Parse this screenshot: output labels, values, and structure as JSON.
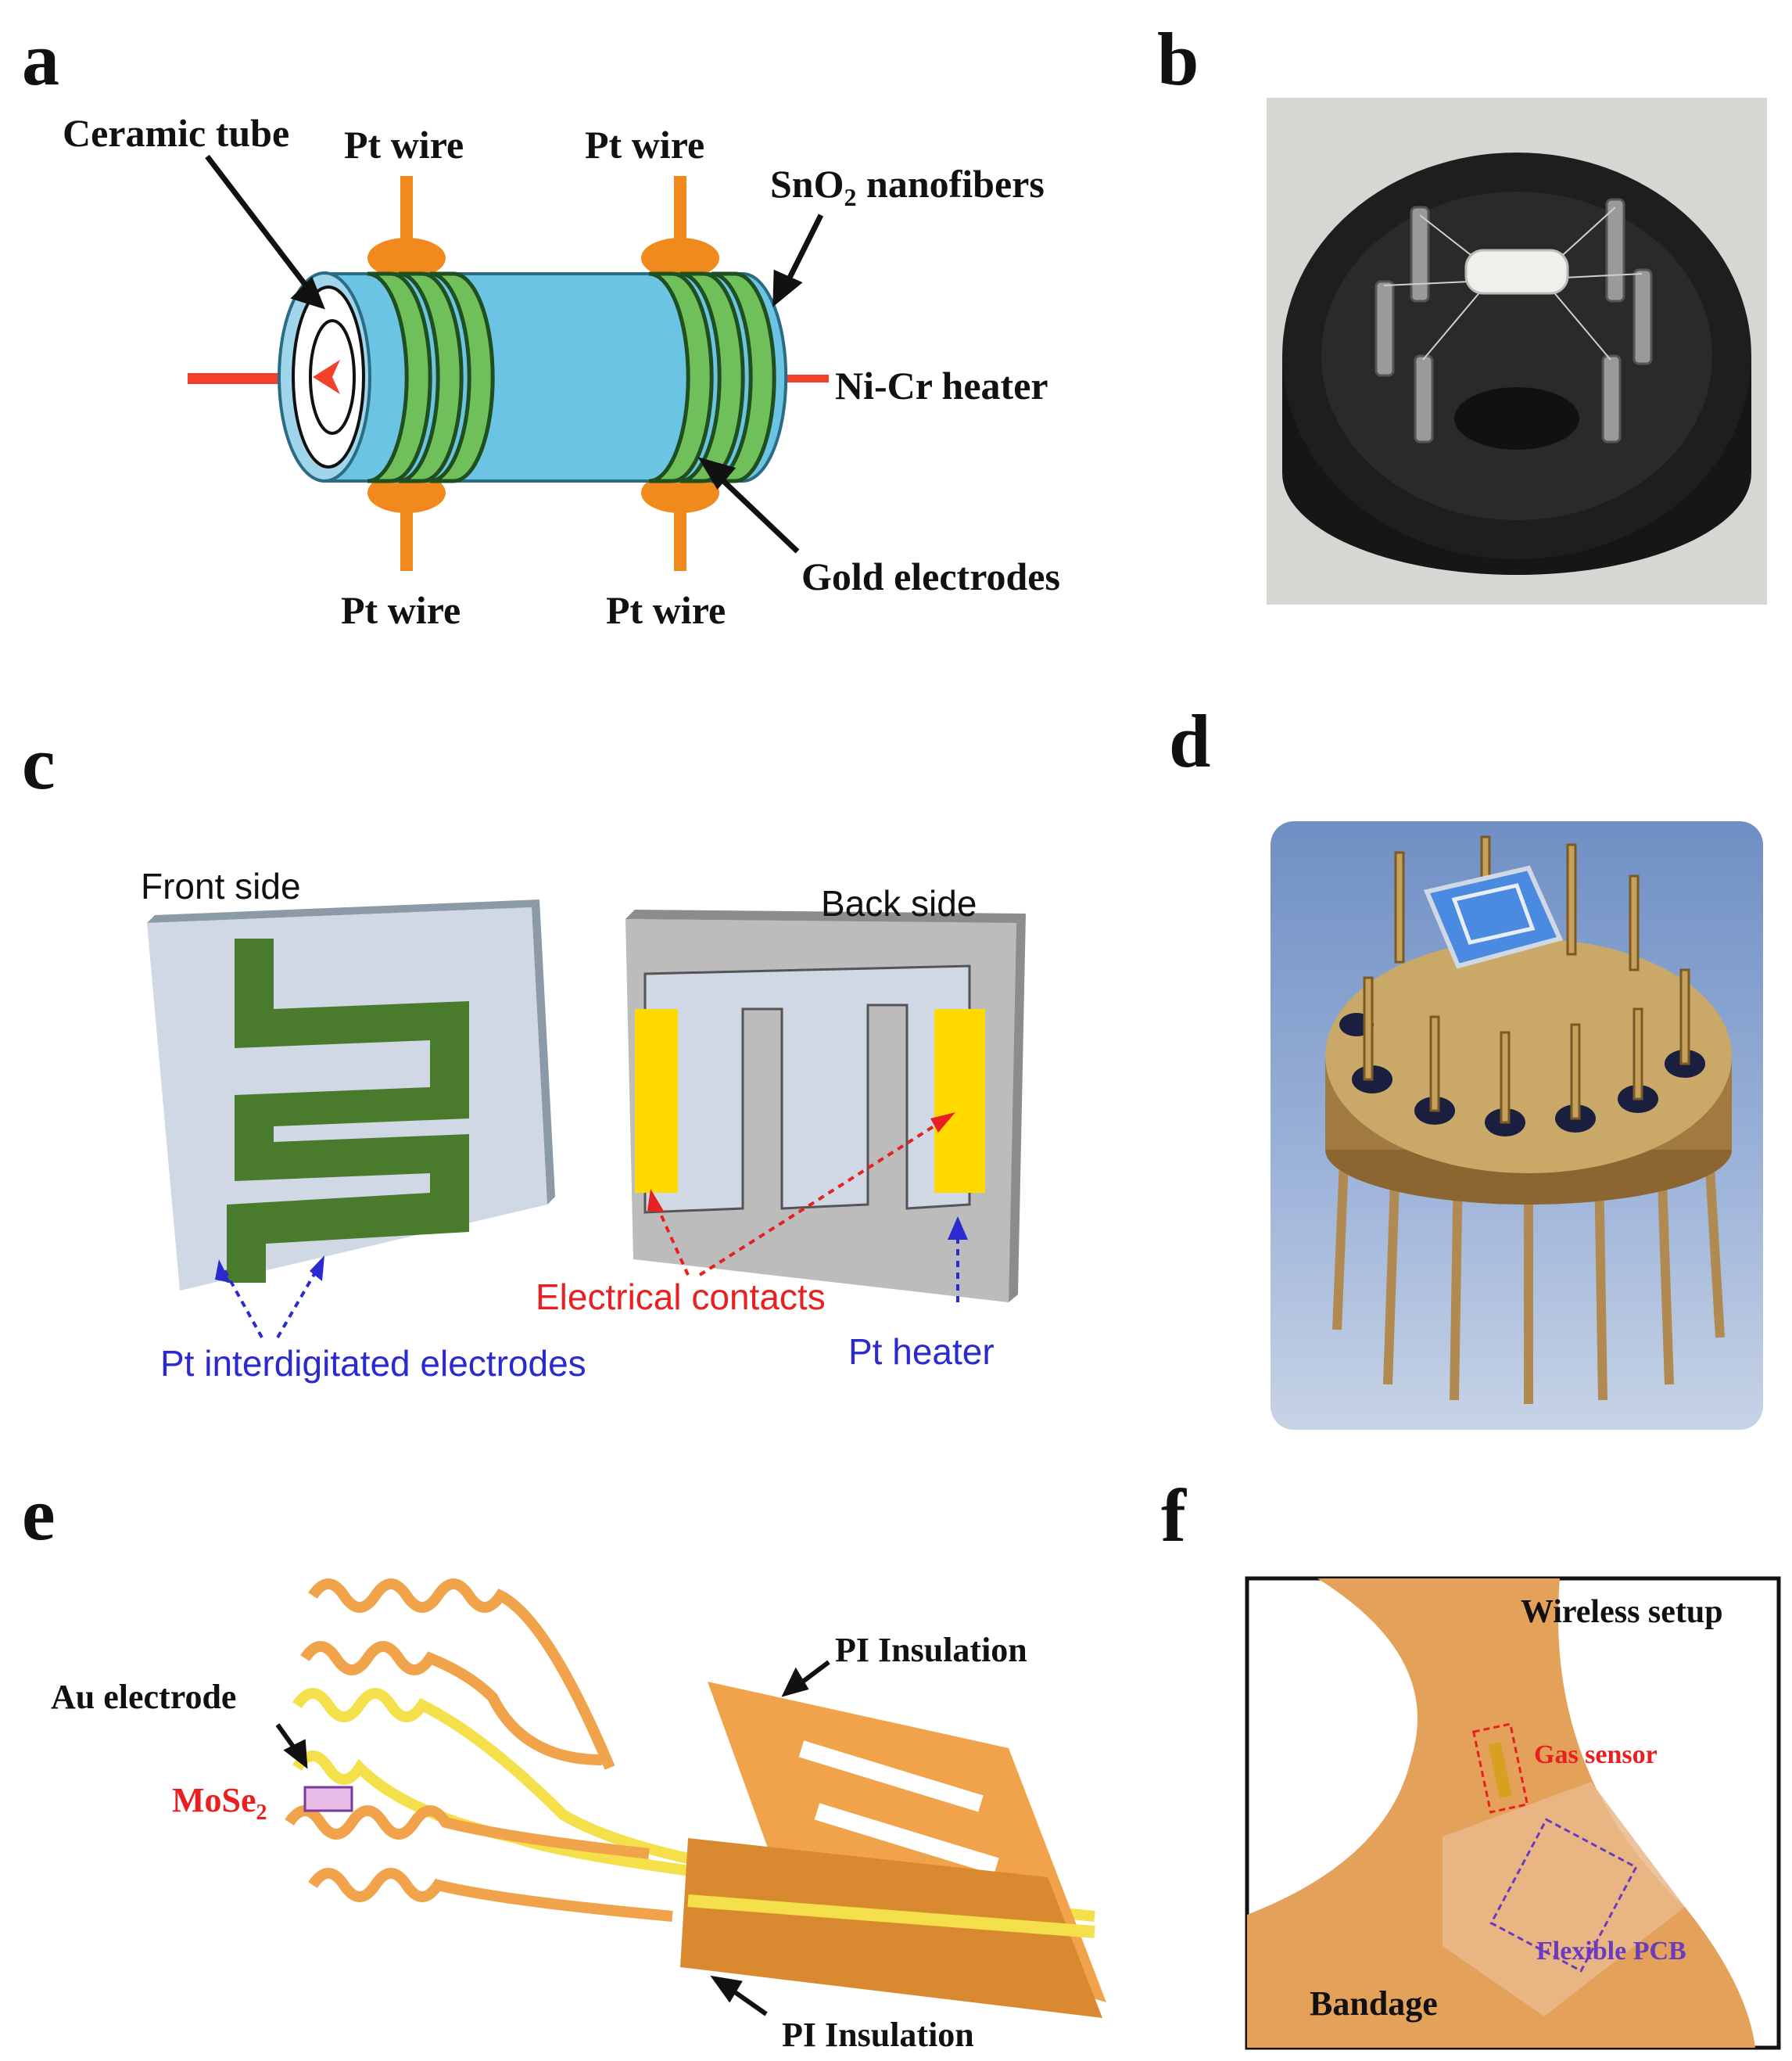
{
  "panels": {
    "a": {
      "letter": "a",
      "labels": {
        "ceramic_tube": "Ceramic tube",
        "pt_wire_top_left": "Pt wire",
        "pt_wire_top_right": "Pt wire",
        "sno2_prefix": "SnO",
        "sno2_sub": "2",
        "sno2_suffix": " nanofibers",
        "nicr_heater": "Ni-Cr heater",
        "gold_electrodes": "Gold electrodes",
        "pt_wire_bottom_left": "Pt wire",
        "pt_wire_bottom_right": "Pt wire"
      }
    },
    "b": {
      "letter": "b"
    },
    "c": {
      "letter": "c",
      "labels": {
        "front_side": "Front side",
        "back_side": "Back side",
        "electrical_contacts": "Electrical contacts",
        "pt_interdigitated": "Pt interdigitated electrodes",
        "pt_heater": "Pt heater"
      }
    },
    "d": {
      "letter": "d"
    },
    "e": {
      "letter": "e",
      "labels": {
        "pi_insulation_top": "PI Insulation",
        "au_electrode": "Au electrode",
        "mose2_prefix": "MoSe",
        "mose2_sub": "2",
        "pi_insulation_bottom": "PI Insulation"
      }
    },
    "f": {
      "letter": "f",
      "labels": {
        "wireless_setup": "Wireless setup",
        "gas_sensor": "Gas sensor",
        "flexible_pcb": "Flexible PCB",
        "bandage": "Bandage"
      }
    }
  },
  "colors": {
    "tube_blue": "#6cc4e4",
    "electrode_green": "#6fbf5a",
    "pt_wire_orange": "#f08a1c",
    "heater_red": "#f2402a",
    "ide_green": "#4a7a2c",
    "contact_yellow": "#ffd900",
    "label_red": "#e82020",
    "label_blue": "#2a2ad0",
    "pi_orange": "#f1a34b",
    "au_yellow": "#f3e04a"
  }
}
